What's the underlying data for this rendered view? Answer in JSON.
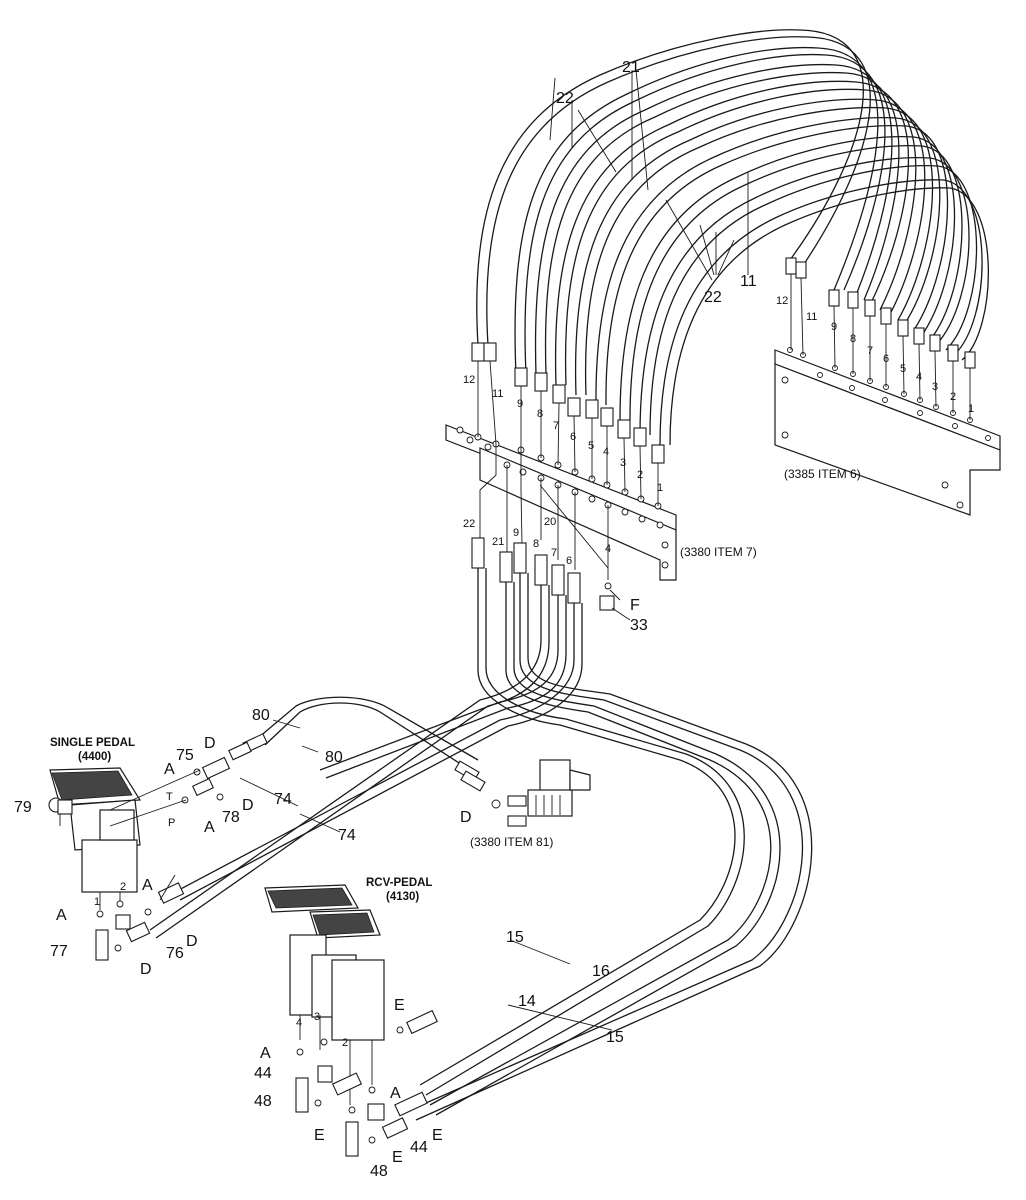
{
  "labels": {
    "n80a": "80",
    "n80b": "80",
    "n75": "75",
    "d1": "D",
    "a1": "A",
    "d2": "D",
    "n79": "79",
    "n78": "78",
    "a2": "A",
    "n74a": "74",
    "n74b": "74",
    "d3": "D",
    "item81": "(3380 ITEM 81)",
    "a3": "A",
    "a4": "A",
    "d4": "D",
    "n76": "76",
    "n77": "77",
    "d5": "D",
    "n15a": "15",
    "n16": "16",
    "n14": "14",
    "n15b": "15",
    "e1": "E",
    "a5": "A",
    "n44a": "44",
    "a6": "A",
    "n48a": "48",
    "e2": "E",
    "e3": "E",
    "n44b": "44",
    "e4": "E",
    "n48b": "48",
    "n22a": "22",
    "n21": "21",
    "n22b": "22",
    "n11": "11",
    "item6": "(3385 ITEM 6)",
    "item7": "(3380 ITEM 7)",
    "f": "F",
    "n33": "33",
    "single_pedal": "SINGLE PEDAL",
    "single_pedal_code": "(4400)",
    "rcv_pedal": "RCV-PEDAL",
    "rcv_pedal_code": "(4130)",
    "t": "T",
    "p": "P",
    "s1": "1",
    "s2": "2",
    "r3": "3",
    "r4": "4",
    "r2": "2"
  },
  "left_plate_ports": [
    "12",
    "11",
    "9",
    "8",
    "7",
    "6",
    "5",
    "4",
    "3",
    "2",
    "1"
  ],
  "right_plate_ports": [
    "12",
    "11",
    "9",
    "8",
    "7",
    "6",
    "5",
    "4",
    "3",
    "2",
    "1"
  ],
  "lower_ports": [
    "22",
    "21",
    "9",
    "20",
    "8",
    "7",
    "6",
    "4"
  ]
}
